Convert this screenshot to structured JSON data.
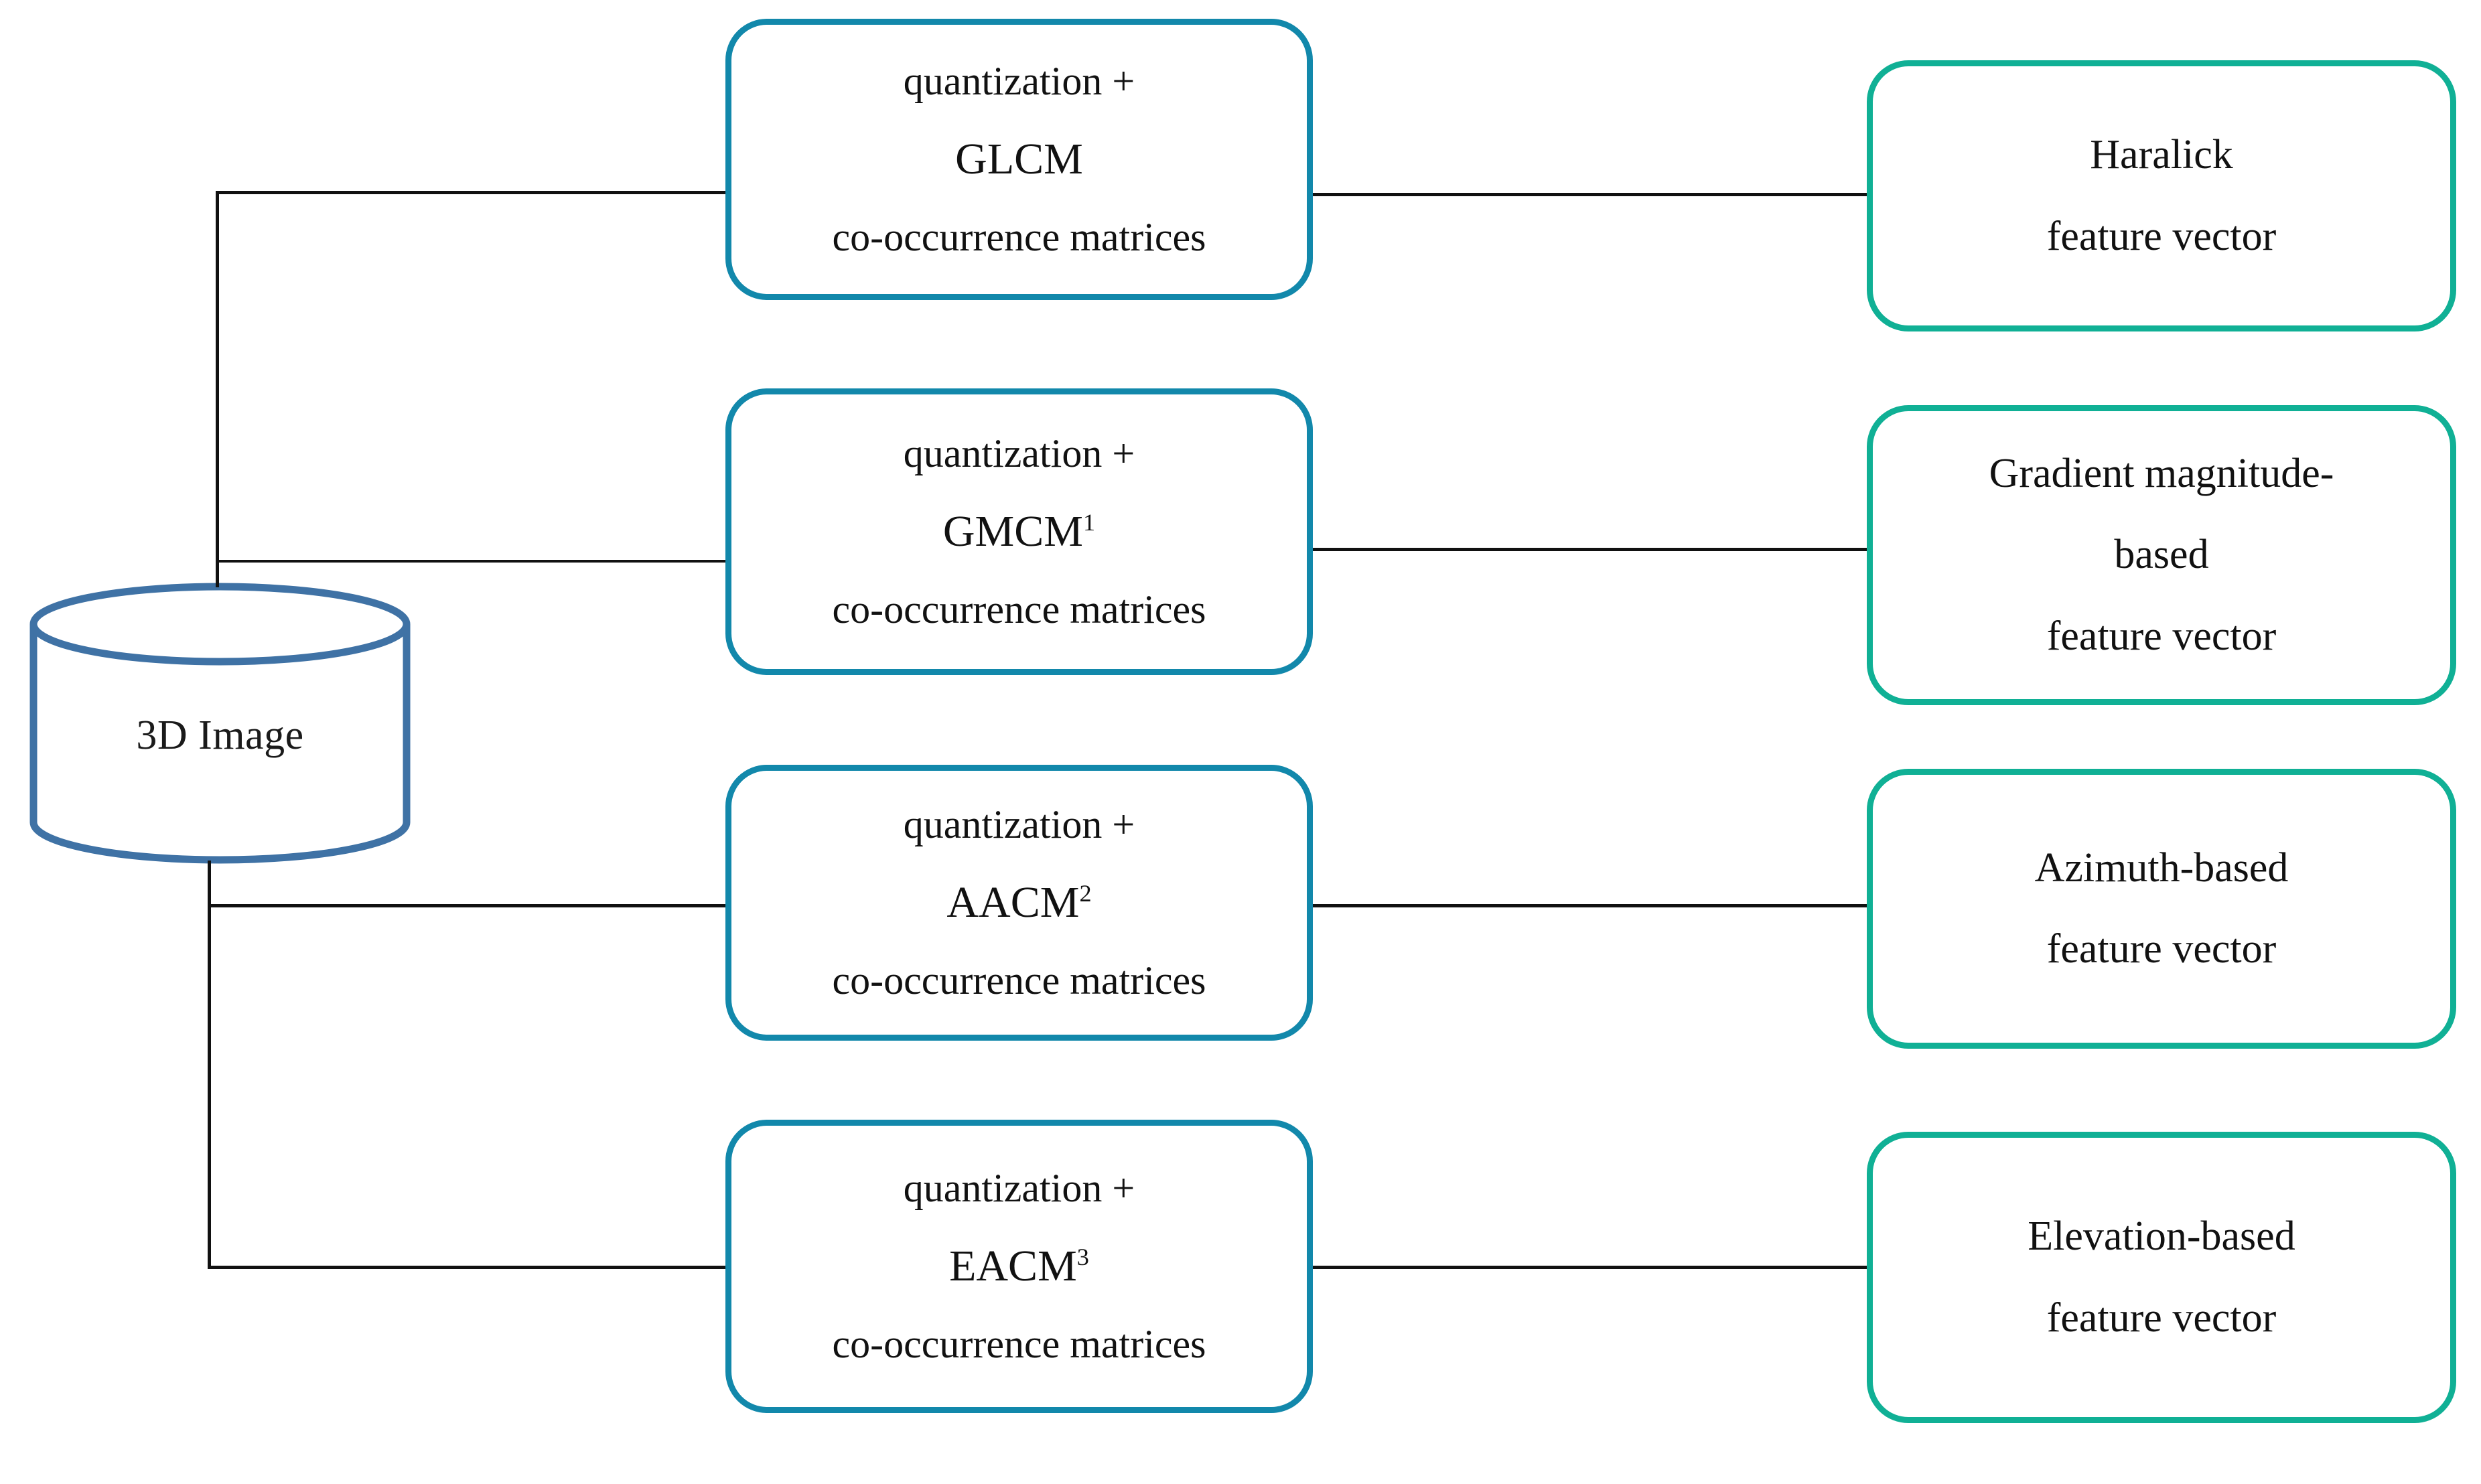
{
  "diagram": {
    "title": "3D image co-occurrence feature extraction pipeline",
    "colors": {
      "process_border": "#1288ab",
      "output_border": "#10b095",
      "cylinder_border": "#3f72a5",
      "connector": "#111111",
      "background": "#ffffff",
      "text": "#111111"
    },
    "source": {
      "shape": "cylinder",
      "label": "3D Image"
    },
    "process_nodes": [
      {
        "id": "glcm",
        "line1": "quantization +",
        "line2": "GLCM",
        "superscript": "",
        "line3": "co-occurrence matrices"
      },
      {
        "id": "gmcm",
        "line1": "quantization +",
        "line2": "GMCM",
        "superscript": "1",
        "line3": "co-occurrence matrices"
      },
      {
        "id": "aacm",
        "line1": "quantization +",
        "line2": "AACM",
        "superscript": "2",
        "line3": "co-occurrence matrices"
      },
      {
        "id": "eacm",
        "line1": "quantization +",
        "line2": "EACM",
        "superscript": "3",
        "line3": "co-occurrence matrices"
      }
    ],
    "output_nodes": [
      {
        "id": "haralick",
        "lines": [
          "Haralick",
          "feature vector"
        ]
      },
      {
        "id": "gradient-magnitude-based",
        "lines": [
          "Gradient magnitude-",
          "based",
          "feature vector"
        ]
      },
      {
        "id": "azimuth-based",
        "lines": [
          "Azimuth-based",
          "feature vector"
        ]
      },
      {
        "id": "elevation-based",
        "lines": [
          "Elevation-based",
          "feature vector"
        ]
      }
    ]
  }
}
